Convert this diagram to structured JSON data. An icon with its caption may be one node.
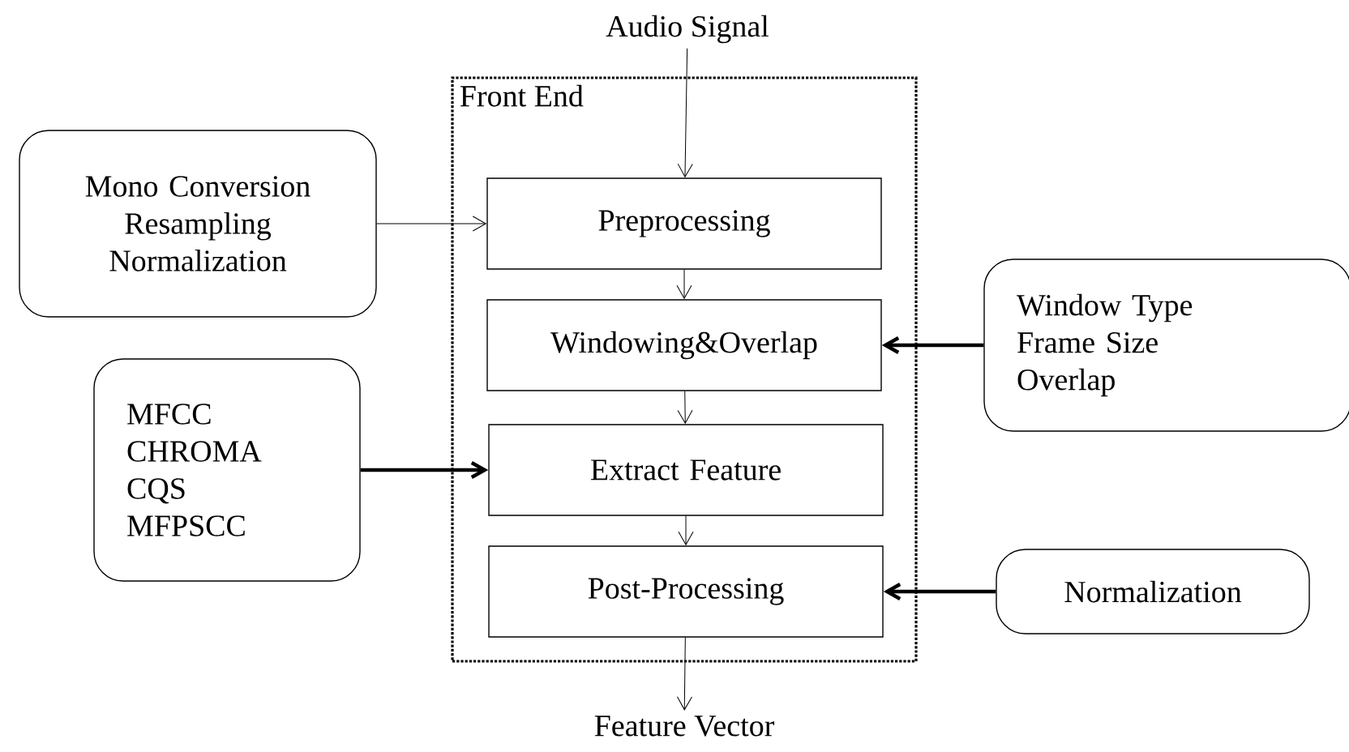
{
  "diagram": {
    "nodes": [
      {
        "text": [
          "Audio Signal"
        ]
      },
      {
        "text": [
          "Front End"
        ]
      },
      {
        "text": [
          "Preprocessing"
        ],
        "in": 1
      },
      {
        "text": [
          "Windowing&Overlap"
        ],
        "in": 1
      },
      {
        "text": [
          "Extract Feature"
        ],
        "in": 1
      },
      {
        "text": [
          "Post-Processing"
        ],
        "in": 1
      },
      {
        "text": [
          "Feature Vector"
        ]
      },
      {
        "text": [
          "Mono Conversion",
          "Resampling",
          "Normalization"
        ]
      },
      {
        "text": [
          "Window Type",
          "Frame Size",
          "Overlap"
        ]
      },
      {
        "text": [
          "MFCC",
          "CHROMA",
          "CQS",
          "MFPSCC"
        ]
      },
      {
        "text": [
          "Normalization"
        ]
      }
    ],
    "edges": [
      {
        "from": 0,
        "to": 2,
        "arrow": "to"
      },
      {
        "from": 2,
        "to": 3,
        "arrow": "to"
      },
      {
        "from": 3,
        "to": 4,
        "arrow": "to"
      },
      {
        "from": 4,
        "to": 5,
        "arrow": "to"
      },
      {
        "from": 5,
        "to": 6,
        "arrow": "to"
      },
      {
        "from": 7,
        "to": 2,
        "arrow": "to"
      },
      {
        "from": 8,
        "to": 3,
        "arrow": "to",
        "style": "thick"
      },
      {
        "from": 9,
        "to": 4,
        "arrow": "to",
        "style": "thick"
      },
      {
        "from": 10,
        "to": 5,
        "arrow": "to",
        "style": "thick"
      }
    ]
  }
}
